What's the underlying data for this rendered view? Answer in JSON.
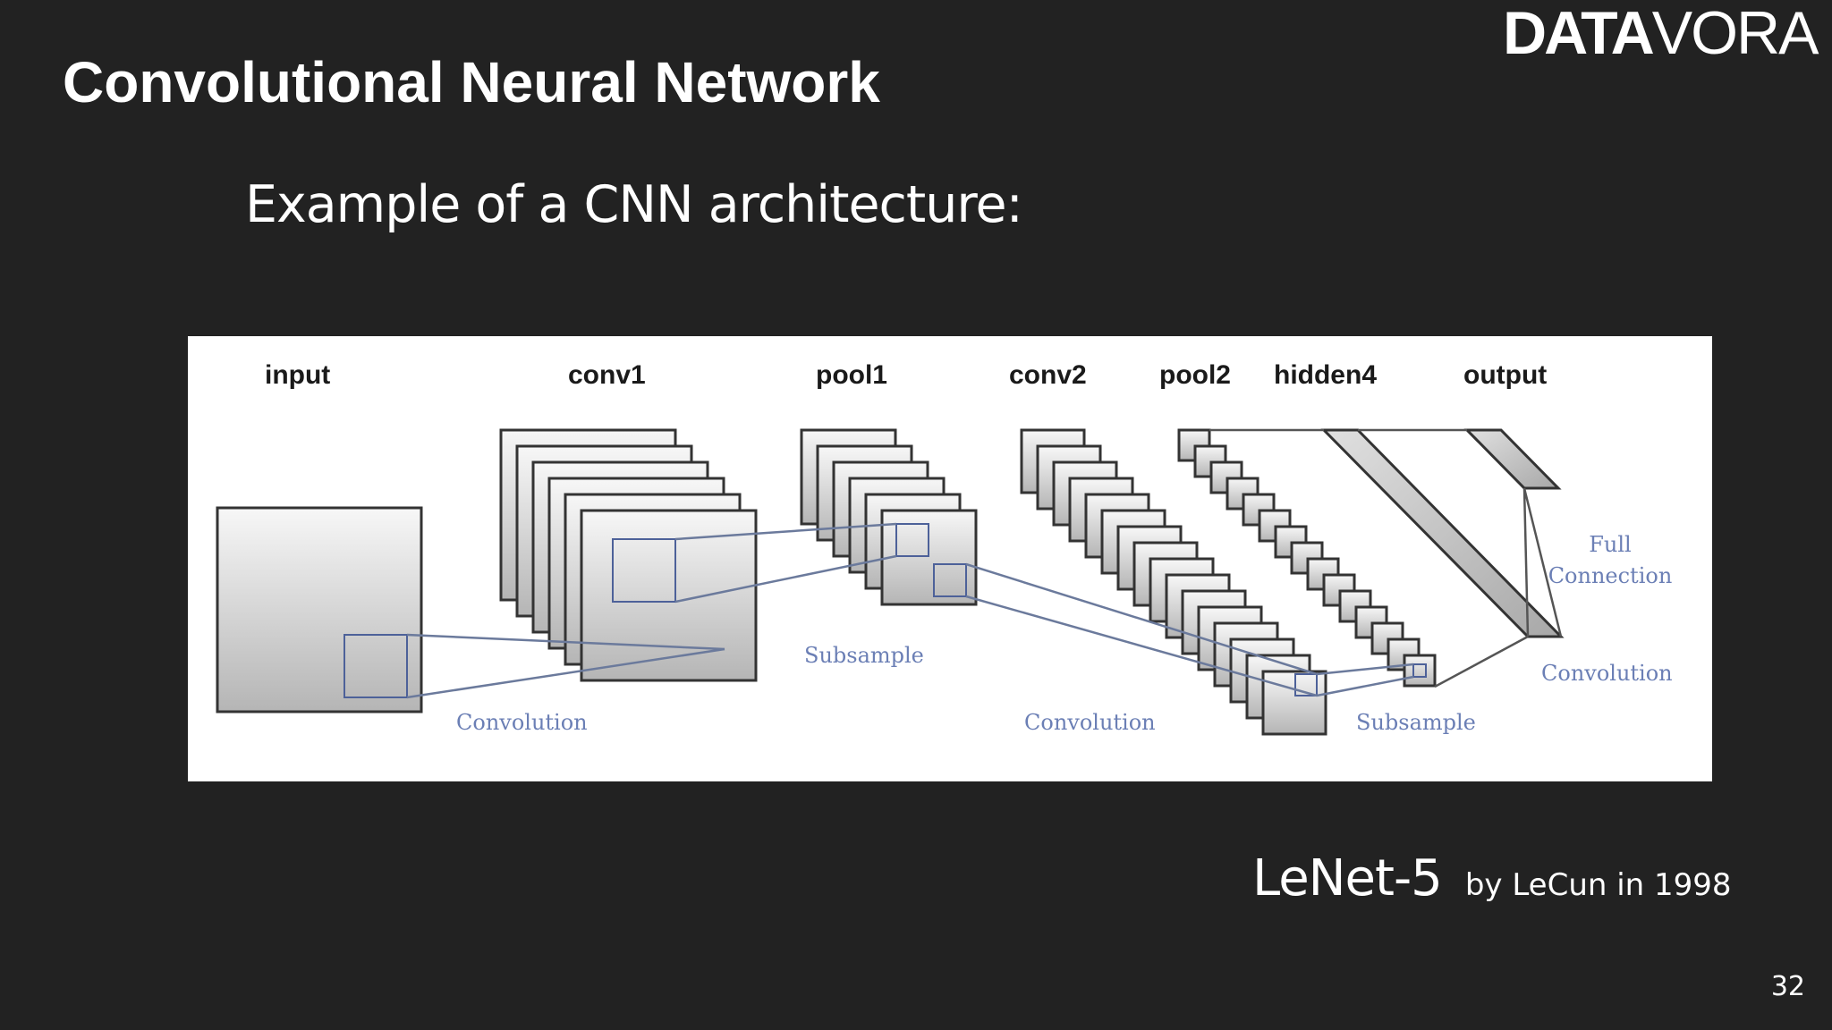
{
  "logo": {
    "bold": "DATA",
    "light": "VORA"
  },
  "slide": {
    "title": "Convolutional Neural Network",
    "subtitle": "Example of a CNN architecture:",
    "caption_main": "LeNet-5",
    "caption_sub": "by LeCun in 1998",
    "page_number": "32"
  },
  "diagram": {
    "layers": [
      "input",
      "conv1",
      "pool1",
      "conv2",
      "pool2",
      "hidden4",
      "output"
    ],
    "operations": {
      "conv_a": "Convolution",
      "subsample_a": "Subsample",
      "conv_b": "Convolution",
      "subsample_b": "Subsample",
      "conv_c": "Convolution",
      "full_line1": "Full",
      "full_line2": "Connection"
    }
  }
}
